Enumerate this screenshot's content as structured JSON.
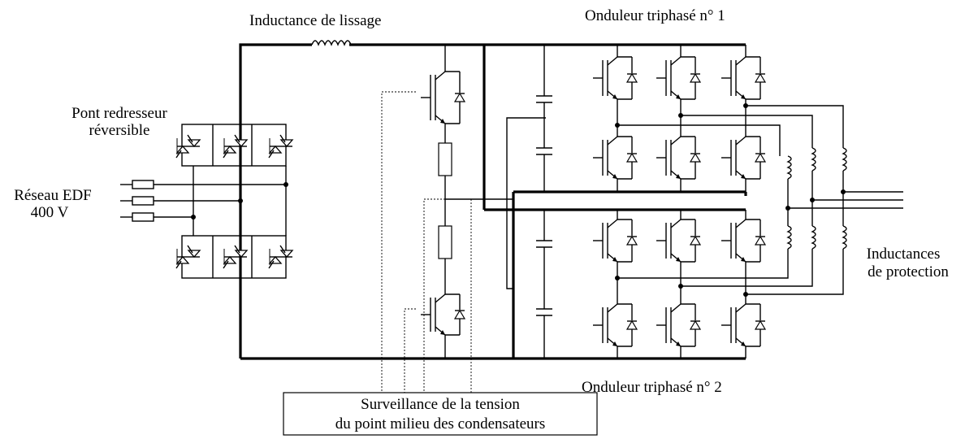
{
  "labels": {
    "smoothing_inductor": "Inductance de lissage",
    "inverter_1": "Onduleur triphasé n° 1",
    "inverter_2": "Onduleur triphasé n° 2",
    "rectifier_line1": "Pont redresseur",
    "rectifier_line2": "réversible",
    "grid_line1": "Réseau EDF",
    "grid_line2": "400 V",
    "protection_line1": "Inductances",
    "protection_line2": "de protection",
    "monitor_line1": "Surveillance de la tension",
    "monitor_line2": "du point milieu des condensateurs"
  }
}
